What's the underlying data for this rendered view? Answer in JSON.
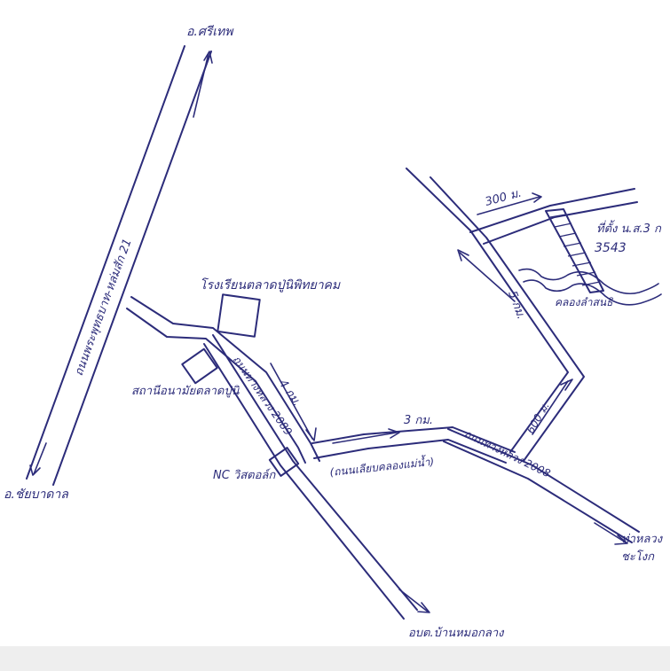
{
  "labels": {
    "north_destination": "อ.ศรีเทพ",
    "south_destination": "อ.ชัยบาดาล",
    "highway_21": "ถนนพระพุทธบาท-หล่มสัก 21",
    "school": "โรงเรียนตลาดปู่นิพิทยาคม",
    "health_center": "สถานีอนามัยตลาดปู่นิ",
    "nc_station": "NC วิสตอล์ก",
    "road_2089": "ถนนทางหลวง 2089",
    "dist_4km": "4 กม.",
    "dist_3km": "3 กม.",
    "road_note": "(ถนนเลียบคลองแม่น้ำ)",
    "road_2008": "ถนนทางหลวง 2008",
    "dist_5km": "5 กม.",
    "dist_300m": "300 ม.",
    "dist_600m": "600 ม.",
    "plot_label": "ที่ตั้ง น.ส.3 ก",
    "plot_number": "3543",
    "canal": "คลองลำสนธิ",
    "to_tha_luang": "ท่าหลวง",
    "to_rai": "ชะโงก",
    "to_ban_mo": "อบต.บ้านหมอกลาง"
  }
}
